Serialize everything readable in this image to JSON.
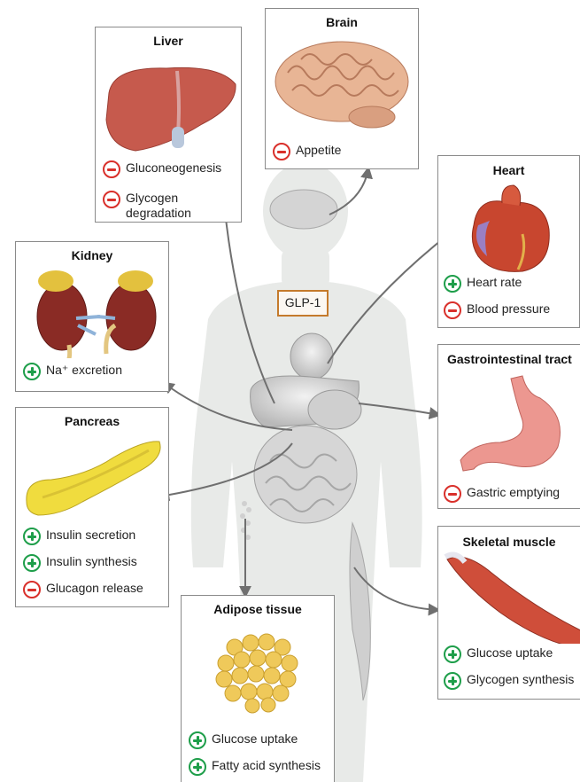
{
  "center_label": "GLP-1",
  "organs": {
    "liver": {
      "title": "Liver",
      "effects": [
        {
          "sign": "minus",
          "text": "Gluconeogenesis"
        },
        {
          "sign": "minus",
          "text": "Glycogen degradation"
        }
      ]
    },
    "brain": {
      "title": "Brain",
      "effects": [
        {
          "sign": "minus",
          "text": "Appetite"
        }
      ]
    },
    "heart": {
      "title": "Heart",
      "effects": [
        {
          "sign": "plus",
          "text": "Heart rate"
        },
        {
          "sign": "minus",
          "text": "Blood pressure"
        }
      ]
    },
    "kidney": {
      "title": "Kidney",
      "effects": [
        {
          "sign": "plus",
          "text": "Na⁺ excretion"
        }
      ]
    },
    "gi": {
      "title": "Gastrointestinal tract",
      "effects": [
        {
          "sign": "minus",
          "text": "Gastric emptying"
        }
      ]
    },
    "pancreas": {
      "title": "Pancreas",
      "effects": [
        {
          "sign": "plus",
          "text": "Insulin secretion"
        },
        {
          "sign": "plus",
          "text": "Insulin synthesis"
        },
        {
          "sign": "minus",
          "text": "Glucagon release"
        }
      ]
    },
    "muscle": {
      "title": "Skeletal muscle",
      "effects": [
        {
          "sign": "plus",
          "text": "Glucose uptake"
        },
        {
          "sign": "plus",
          "text": "Glycogen synthesis"
        }
      ]
    },
    "adipose": {
      "title": "Adipose tissue",
      "effects": [
        {
          "sign": "plus",
          "text": "Glucose uptake"
        },
        {
          "sign": "plus",
          "text": "Fatty acid synthesis"
        }
      ]
    }
  },
  "colors": {
    "plus": "#1e9e4a",
    "minus": "#d9302b",
    "glp_border": "#c47a2c",
    "arrow": "#6f6f6f",
    "body": "#e9ebe9"
  }
}
